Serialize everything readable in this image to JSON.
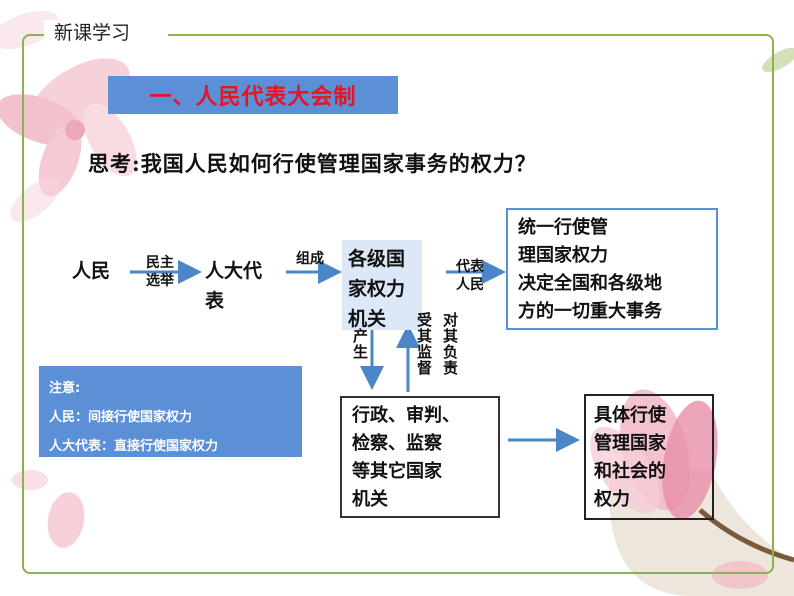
{
  "tab_label": "新课学习",
  "section_title": "一、人民代表大会制",
  "question": "思考:我国人民如何行使管理国家事务的权力？",
  "nodes": {
    "people": "人民",
    "npc_line1": "人大代",
    "npc_line2": "表",
    "organs_line1": "各级国",
    "organs_line2": "家权力",
    "organs_line3": "机关",
    "unified_line1": "统一行使管",
    "unified_line2": "理国家权力",
    "unified_line3": "决定全国和各级地",
    "unified_line4": "方的一切重大事务",
    "state_line1": "行政、审判、",
    "state_line2": "检察、监察",
    "state_line3": "等其它国家",
    "state_line4": "机关",
    "specific_line1": "具体行使",
    "specific_line2": "管理国家",
    "specific_line3": "和社会的",
    "specific_line4": "权力"
  },
  "edge_labels": {
    "democratic_line1": "民主",
    "democratic_line2": "选举",
    "compose": "组成",
    "represent_line1": "代表",
    "represent_line2": "人民",
    "produce": "产生",
    "supervised": "受其监督",
    "responsible": "对其负责"
  },
  "note": {
    "title": "注意:",
    "line1": "人民：间接行使国家权力",
    "line2": "人大代表：直接行使国家权力"
  },
  "colors": {
    "frame": "#8bb24d",
    "accent_blue": "#5b8fd6",
    "title_red": "#e8141f",
    "arrow": "#4a86c8"
  }
}
